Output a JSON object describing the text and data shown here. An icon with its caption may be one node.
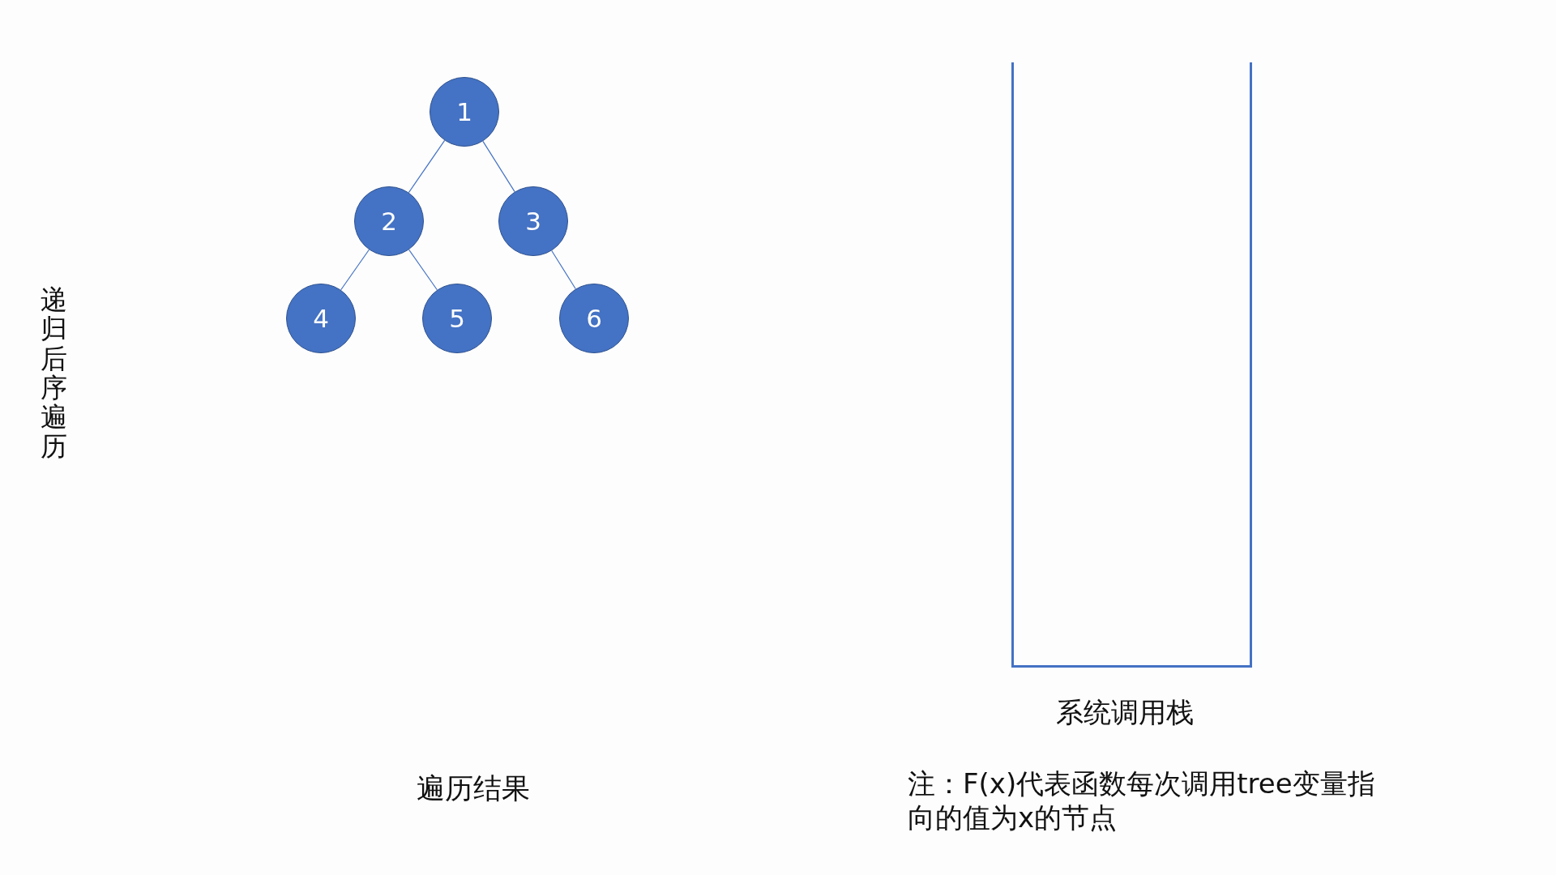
{
  "diagram": {
    "title": "递归后序遍历",
    "nodes": [
      {
        "text": [
          "1"
        ]
      },
      {
        "text": [
          "2"
        ]
      },
      {
        "text": [
          "3"
        ]
      },
      {
        "text": [
          "4"
        ]
      },
      {
        "text": [
          "5"
        ]
      },
      {
        "text": [
          "6"
        ]
      },
      {
        "text": [
          "系统调用栈"
        ]
      }
    ],
    "edges": [
      {
        "from": 0,
        "to": 1,
        "arrow": "none"
      },
      {
        "from": 0,
        "to": 2,
        "arrow": "none"
      },
      {
        "from": 1,
        "to": 3,
        "arrow": "none"
      },
      {
        "from": 1,
        "to": 4,
        "arrow": "none"
      },
      {
        "from": 2,
        "to": 5,
        "arrow": "none"
      }
    ],
    "labels": [
      "遍历结果",
      "注：F(x)代表函数每次调用tree变量指向的值为x的节点"
    ]
  }
}
